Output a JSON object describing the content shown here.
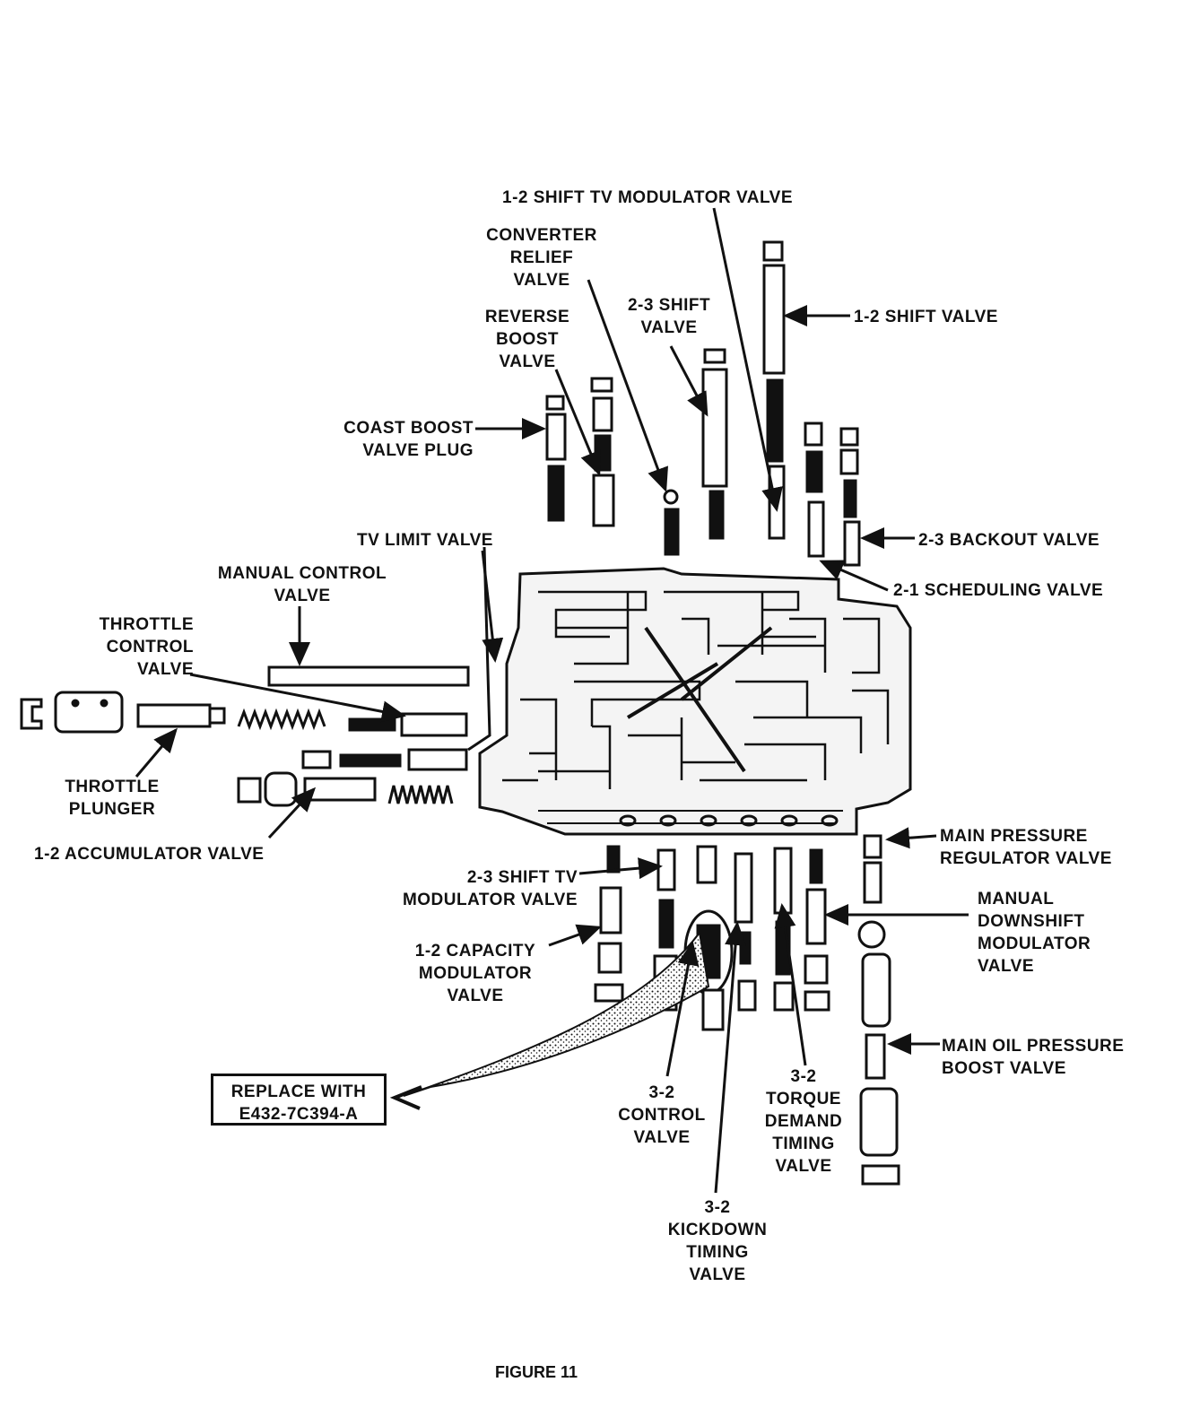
{
  "diagram": {
    "labels": {
      "shift_tv_12": "1-2 SHIFT TV MODULATOR VALVE",
      "converter_relief": "CONVERTER\nRELIEF\nVALVE",
      "reverse_boost": "REVERSE\nBOOST\nVALVE",
      "shift_23": "2-3 SHIFT\nVALVE",
      "shift_12": "1-2 SHIFT VALVE",
      "coast_boost": "COAST BOOST\nVALVE PLUG",
      "tv_limit": "TV LIMIT VALVE",
      "backout_23": "2-3 BACKOUT VALVE",
      "scheduling_21": "2-1 SCHEDULING VALVE",
      "manual_control": "MANUAL CONTROL\nVALVE",
      "throttle_control": "THROTTLE\nCONTROL\nVALVE",
      "throttle_plunger": "THROTTLE\nPLUNGER",
      "accumulator_12": "1-2 ACCUMULATOR VALVE",
      "main_pressure_reg": "MAIN PRESSURE\nREGULATOR VALVE",
      "shift_tv_23": "2-3 SHIFT TV\nMODULATOR VALVE",
      "manual_downshift": "MANUAL\nDOWNSHIFT\nMODULATOR\nVALVE",
      "capacity_12": "1-2 CAPACITY\nMODULATOR\nVALVE",
      "main_oil_boost": "MAIN OIL PRESSURE\nBOOST VALVE",
      "control_32": "3-2\nCONTROL\nVALVE",
      "torque_32": "3-2\nTORQUE\nDEMAND\nTIMING\nVALVE",
      "kickdown_32": "3-2\nKICKDOWN\nTIMING\nVALVE"
    },
    "replace_box": "REPLACE WITH\nE432-7C394-A",
    "caption": "FIGURE 11"
  }
}
